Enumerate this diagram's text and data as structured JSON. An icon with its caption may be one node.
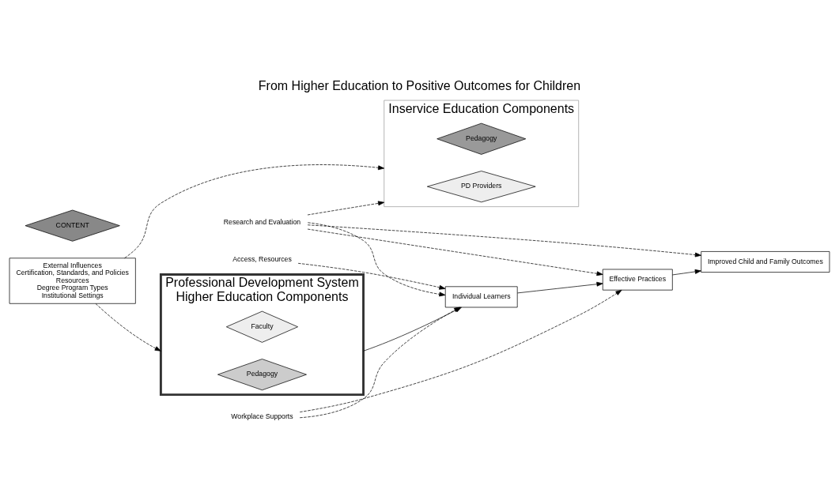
{
  "diagram": {
    "title": "From Higher Education to Positive Outcomes for Children",
    "nodes": [
      {
        "text": [
          "External Influences",
          "Certification, Standards, and Policies",
          "Resources",
          "Degree Program Types",
          "Institutional Settings"
        ]
      },
      {
        "text": [
          "Professional Development System",
          "Higher Education Components"
        ]
      },
      {
        "text": [
          "Faculty"
        ],
        "in": 1
      },
      {
        "text": [
          "Pedagogy"
        ],
        "in": 1
      },
      {
        "text": [
          "CONTENT"
        ]
      },
      {
        "text": [
          "Inservice Education Components"
        ]
      },
      {
        "text": [
          "Pedagogy"
        ],
        "in": 5
      },
      {
        "text": [
          "PD Providers"
        ],
        "in": 5
      },
      {
        "text": [
          "Access, Resources"
        ]
      },
      {
        "text": [
          "Workplace Supports"
        ]
      },
      {
        "text": [
          "Individual Learners"
        ]
      },
      {
        "text": [
          "Effective Practices"
        ]
      },
      {
        "text": [
          "Improved Child and Family Outcomes"
        ]
      },
      {
        "text": [
          "Research and Evaluation"
        ]
      }
    ],
    "edges": [
      {
        "from": 0,
        "to": 1,
        "arrow": "to",
        "style": "dashed"
      },
      {
        "from": 0,
        "to": 5,
        "arrow": "to",
        "style": "dashed"
      },
      {
        "from": 1,
        "to": 10,
        "arrow": "to"
      },
      {
        "from": 8,
        "to": 10,
        "arrow": "to",
        "style": "dashed"
      },
      {
        "from": 9,
        "to": 10,
        "arrow": "to",
        "style": "dashed"
      },
      {
        "from": 9,
        "to": 11,
        "arrow": "to",
        "style": "dashed"
      },
      {
        "from": 10,
        "to": 11,
        "arrow": "to"
      },
      {
        "from": 11,
        "to": 12,
        "arrow": "to"
      },
      {
        "from": 13,
        "to": 5,
        "arrow": "to",
        "style": "dashed"
      },
      {
        "from": 13,
        "to": 10,
        "arrow": "to",
        "style": "dashed"
      },
      {
        "from": 13,
        "to": 11,
        "arrow": "to",
        "style": "dashed"
      },
      {
        "from": 13,
        "to": 12,
        "arrow": "to",
        "style": "dashed"
      }
    ]
  }
}
